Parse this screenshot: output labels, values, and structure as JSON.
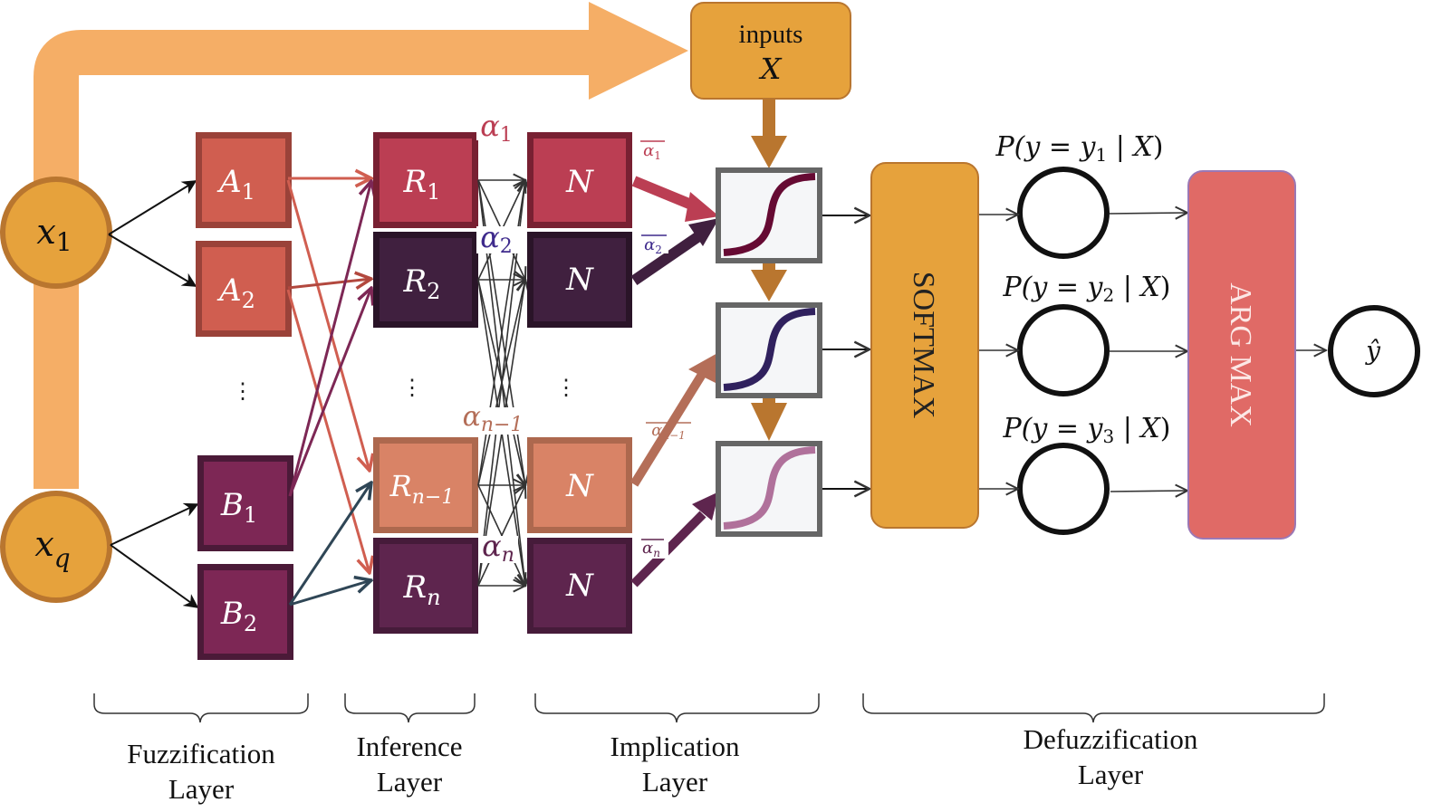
{
  "colors": {
    "bypass": "#f5ae66",
    "orange": "#e6a23c",
    "orange_border": "#b9762f",
    "fuzz_A": "#d05e50",
    "fuzz_A_border": "#9a4239",
    "fuzz_B": "#7d2755",
    "fuzz_B_border": "#4b1a38",
    "rule1": "#bb3e53",
    "rule1_border": "#782032",
    "rule2": "#40203f",
    "rule2_border": "#2a1428",
    "rulen1": "#d98366",
    "rulen1_border": "#ad684e",
    "rulen": "#5e254e",
    "rulen_border": "#461b3a",
    "sig1": "#660a33",
    "sig2": "#30215e",
    "sig3": "#b0719b",
    "sig_box": "#f5f6f8",
    "sig_border": "#666666",
    "flow_arrow": "#b9762f",
    "argmax": "#e06a66",
    "argmax_border": "#9b78b5",
    "edge_dark": "#333333",
    "edge_teal": "#2f4656",
    "alpha1": "#bb3e53",
    "alpha2": "#3e2a8c",
    "alphan1": "#b46e58",
    "alphan": "#5e254e"
  },
  "inputs": [
    {
      "id": "x1",
      "var": "x",
      "sub": "1"
    },
    {
      "id": "xq",
      "var": "x",
      "sub": "q"
    }
  ],
  "inputs_box": {
    "line1": "inputs",
    "line2": "X"
  },
  "fuzzification": [
    {
      "id": "A1",
      "var": "A",
      "sub": "1"
    },
    {
      "id": "A2",
      "var": "A",
      "sub": "2"
    },
    {
      "id": "B1",
      "var": "B",
      "sub": "1"
    },
    {
      "id": "B2",
      "var": "B",
      "sub": "2"
    }
  ],
  "rules": [
    {
      "id": "R1",
      "var": "R",
      "sub": "1"
    },
    {
      "id": "R2",
      "var": "R",
      "sub": "2"
    },
    {
      "id": "Rn1",
      "var": "R",
      "sub": "n−1"
    },
    {
      "id": "Rn",
      "var": "R",
      "sub": "n"
    }
  ],
  "norm_nodes": [
    {
      "id": "N1",
      "label": "N"
    },
    {
      "id": "N2",
      "label": "N"
    },
    {
      "id": "Nn1",
      "label": "N"
    },
    {
      "id": "Nn",
      "label": "N"
    }
  ],
  "alphas": [
    {
      "id": "a1",
      "sym": "α",
      "sub": "1"
    },
    {
      "id": "a2",
      "sym": "α",
      "sub": "2"
    },
    {
      "id": "an1",
      "sym": "α",
      "sub": "n−1"
    },
    {
      "id": "an",
      "sym": "α",
      "sub": "n"
    }
  ],
  "alpha_bars": [
    {
      "id": "ab1",
      "sym": "α",
      "sub": "1"
    },
    {
      "id": "ab2",
      "sym": "α",
      "sub": "2"
    },
    {
      "id": "abn1",
      "sym": "α",
      "sub": "n−1"
    },
    {
      "id": "abn",
      "sym": "α",
      "sub": "n"
    }
  ],
  "ellipsis": "⋮",
  "softmax_label": "SOFTMAX",
  "argmax_label": "ARG MAX",
  "probabilities": [
    {
      "pre": "P(",
      "y": "y",
      "eq": " = ",
      "yv": "y",
      "sub": "1",
      "post": " | ",
      "X": "X",
      "close": ")"
    },
    {
      "pre": "P(",
      "y": "y",
      "eq": " = ",
      "yv": "y",
      "sub": "2",
      "post": " | ",
      "X": "X",
      "close": ")"
    },
    {
      "pre": "P(",
      "y": "y",
      "eq": " = ",
      "yv": "y",
      "sub": "3",
      "post": " | ",
      "X": "X",
      "close": ")"
    }
  ],
  "output_label": "ŷ",
  "layers": [
    {
      "line1": "Fuzzification",
      "line2": "Layer"
    },
    {
      "line1": "Inference",
      "line2": "Layer"
    },
    {
      "line1": "Implication",
      "line2": "Layer"
    },
    {
      "line1": "Defuzzification",
      "line2": "Layer"
    }
  ]
}
